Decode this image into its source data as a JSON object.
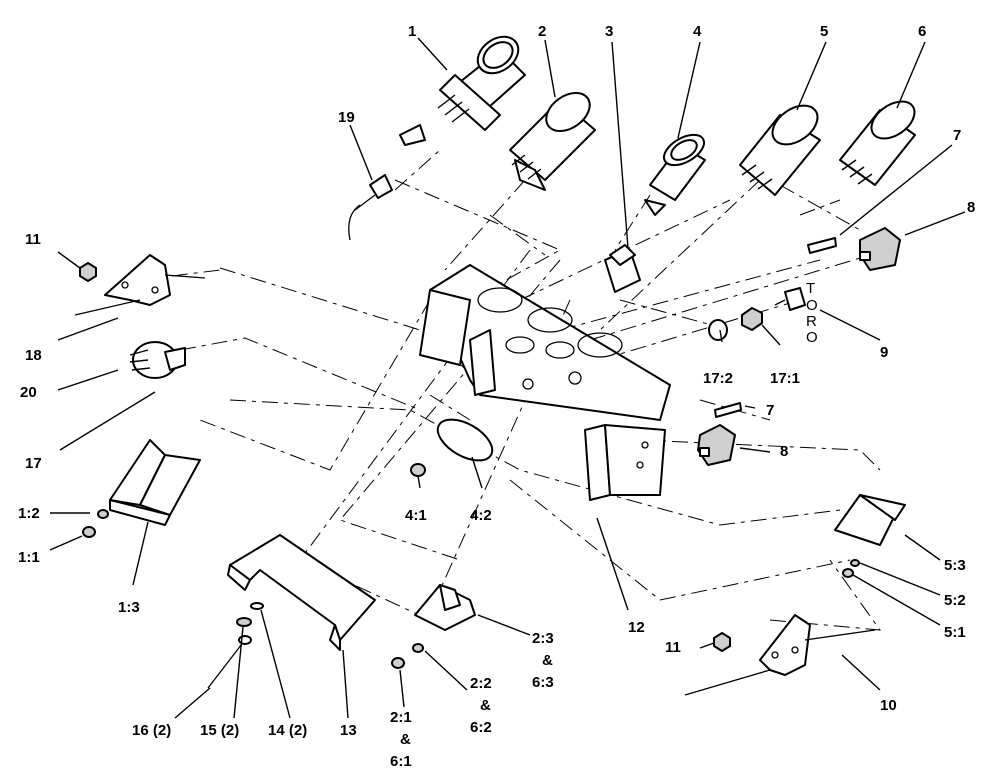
{
  "diagram": {
    "logo_text": [
      "T",
      "O",
      "R",
      "O"
    ],
    "callouts": [
      {
        "id": "c1",
        "text": "1"
      },
      {
        "id": "c2",
        "text": "2"
      },
      {
        "id": "c3",
        "text": "3"
      },
      {
        "id": "c4",
        "text": "4"
      },
      {
        "id": "c5",
        "text": "5"
      },
      {
        "id": "c6",
        "text": "6"
      },
      {
        "id": "c7a",
        "text": "7"
      },
      {
        "id": "c8a",
        "text": "8"
      },
      {
        "id": "c19",
        "text": "19"
      },
      {
        "id": "c11a",
        "text": "11"
      },
      {
        "id": "c18",
        "text": "18"
      },
      {
        "id": "c20",
        "text": "20"
      },
      {
        "id": "c17",
        "text": "17"
      },
      {
        "id": "c9",
        "text": "9"
      },
      {
        "id": "c17_2",
        "text": "17:2"
      },
      {
        "id": "c17_1",
        "text": "17:1"
      },
      {
        "id": "c7b",
        "text": "7"
      },
      {
        "id": "c8b",
        "text": "8"
      },
      {
        "id": "c1_2",
        "text": "1:2"
      },
      {
        "id": "c1_1",
        "text": "1:1"
      },
      {
        "id": "c4_1",
        "text": "4:1"
      },
      {
        "id": "c4_2",
        "text": "4:2"
      },
      {
        "id": "c1_3",
        "text": "1:3"
      },
      {
        "id": "c12",
        "text": "12"
      },
      {
        "id": "c5_3",
        "text": "5:3"
      },
      {
        "id": "c5_2",
        "text": "5:2"
      },
      {
        "id": "c5_1",
        "text": "5:1"
      },
      {
        "id": "c11b",
        "text": "11"
      },
      {
        "id": "c10",
        "text": "10"
      },
      {
        "id": "c2_3",
        "text": "2:3"
      },
      {
        "id": "c2_3amp",
        "text": "&"
      },
      {
        "id": "c6_3",
        "text": "6:3"
      },
      {
        "id": "c2_2",
        "text": "2:2"
      },
      {
        "id": "c2_2amp",
        "text": "&"
      },
      {
        "id": "c6_2",
        "text": "6:2"
      },
      {
        "id": "c2_1",
        "text": "2:1"
      },
      {
        "id": "c2_1amp",
        "text": "&"
      },
      {
        "id": "c6_1",
        "text": "6:1"
      },
      {
        "id": "c16",
        "text": "16 (2)"
      },
      {
        "id": "c15",
        "text": "15 (2)"
      },
      {
        "id": "c14",
        "text": "14 (2)"
      },
      {
        "id": "c13",
        "text": "13"
      }
    ]
  }
}
